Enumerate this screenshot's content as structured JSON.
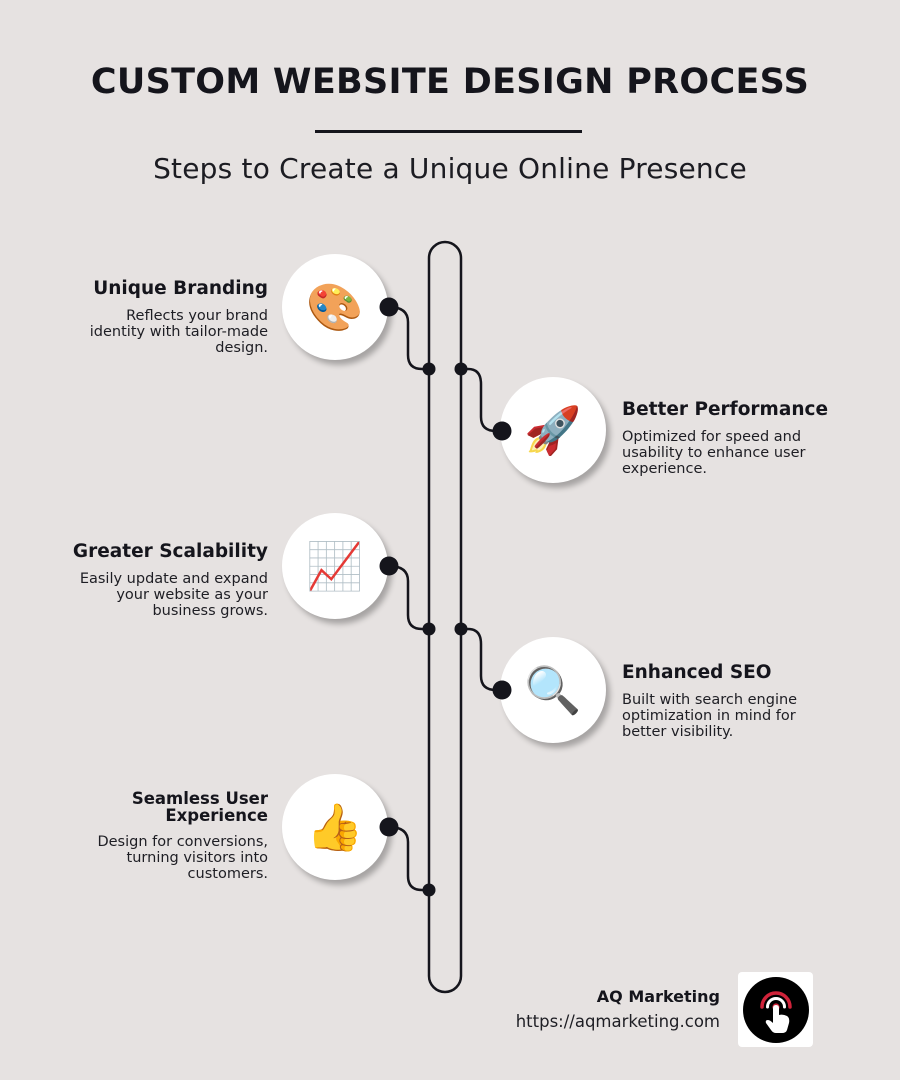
{
  "header": {
    "title": "CUSTOM WEBSITE DESIGN PROCESS",
    "subtitle": "Steps to Create a Unique Online Presence"
  },
  "colors": {
    "background": "#e6e2e1",
    "ink": "#15151c",
    "circle_fill": "#ffffff",
    "logo_accent": "#d0233a"
  },
  "steps": [
    {
      "title": "Unique Branding",
      "desc_lines": [
        "Reflects your brand",
        "identity with tailor-made",
        "design."
      ],
      "icon": "artist-palette-icon",
      "glyph": "🎨",
      "side": "left"
    },
    {
      "title": "Better Performance",
      "desc_lines": [
        "Optimized for speed and",
        "usability to enhance user",
        "experience."
      ],
      "icon": "rocket-icon",
      "glyph": "🚀",
      "side": "right"
    },
    {
      "title": "Greater Scalability",
      "desc_lines": [
        "Easily update and expand",
        "your website as your",
        "business grows."
      ],
      "icon": "chart-increasing-icon",
      "glyph": "📈",
      "side": "left"
    },
    {
      "title": "Enhanced SEO",
      "desc_lines": [
        "Built with search engine",
        "optimization in mind for",
        "better visibility."
      ],
      "icon": "magnifying-glass-icon",
      "glyph": "🔍",
      "side": "right"
    },
    {
      "title_lines": [
        "Seamless User",
        "Experience"
      ],
      "desc_lines": [
        "Design for conversions,",
        "turning visitors into",
        "customers."
      ],
      "icon": "thumbs-up-icon",
      "glyph": "👍",
      "side": "left"
    }
  ],
  "footer": {
    "brand": "AQ Marketing",
    "url": "https://aqmarketing.com",
    "logo_icon": "tap-pointer-icon"
  }
}
